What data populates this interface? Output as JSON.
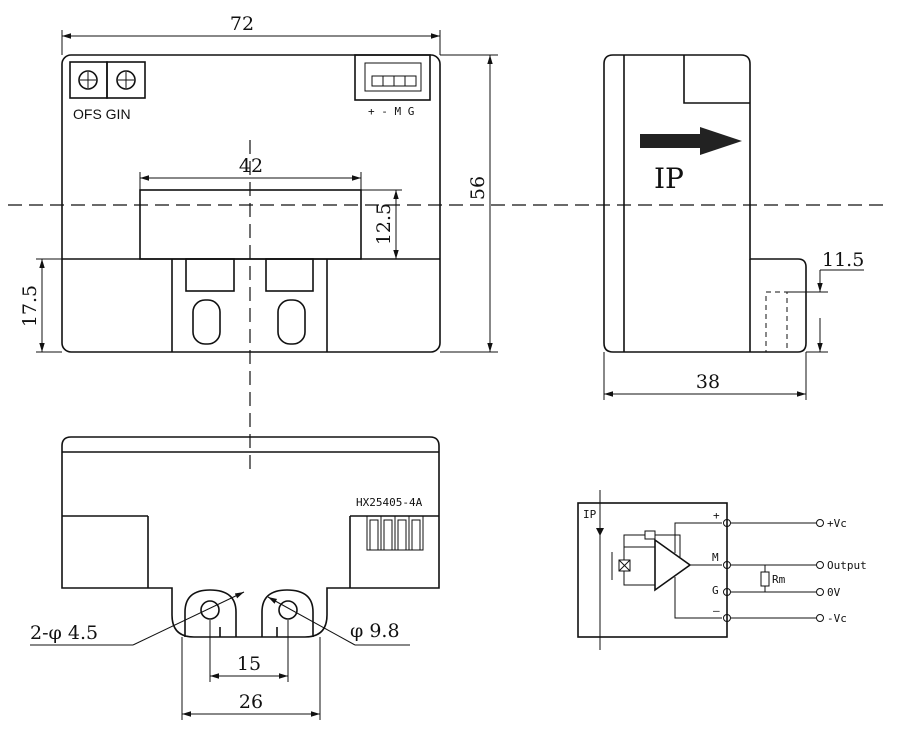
{
  "front_view": {
    "width_dim": "72",
    "height_dim": "56",
    "window_width_dim": "42",
    "window_height_dim": "12.5",
    "base_height_dim": "17.5",
    "pot_labels": "OFS GIN",
    "connector_pins": "+ - M G"
  },
  "side_view": {
    "current_label": "IP",
    "depth_dim": "38",
    "pin_dim": "11.5"
  },
  "bottom_view": {
    "model": "HX25405-4A",
    "hole_small_dim": "2-φ 4.5",
    "hole_large_dim": "φ 9.8",
    "hole_spacing_dim": "15",
    "foot_width_dim": "26"
  },
  "schematic": {
    "ip_label": "IP",
    "pin_plus": "+",
    "pin_m": "M",
    "pin_g": "G",
    "pin_minus": "–",
    "rm_label": "Rm",
    "out_vcc": "+Vc",
    "out_output": "Output",
    "out_0v": "0V",
    "out_neg": "-Vc"
  }
}
